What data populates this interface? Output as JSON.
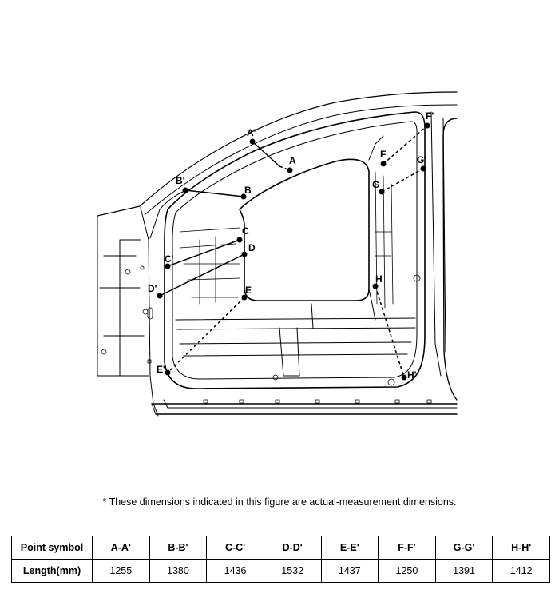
{
  "points": {
    "A": "A",
    "A_prime": "A'",
    "B": "B",
    "B_prime": "B'",
    "C": "C",
    "C_prime": "C'",
    "D": "D",
    "D_prime": "D'",
    "E": "E",
    "E_prime": "E'",
    "F": "F",
    "F_prime": "F'",
    "G": "G",
    "G_prime": "G'",
    "H": "H",
    "H_prime": "H'"
  },
  "note": "*  These dimensions indicated in this figure are actual-measurement dimensions.",
  "table": {
    "header_label": "Point symbol",
    "row_label": "Length(mm)",
    "columns": [
      {
        "symbol": "A-A'",
        "length": "1255"
      },
      {
        "symbol": "B-B'",
        "length": "1380"
      },
      {
        "symbol": "C-C'",
        "length": "1436"
      },
      {
        "symbol": "D-D'",
        "length": "1532"
      },
      {
        "symbol": "E-E'",
        "length": "1437"
      },
      {
        "symbol": "F-F'",
        "length": "1250"
      },
      {
        "symbol": "G-G'",
        "length": "1391"
      },
      {
        "symbol": "H-H'",
        "length": "1412"
      }
    ]
  }
}
